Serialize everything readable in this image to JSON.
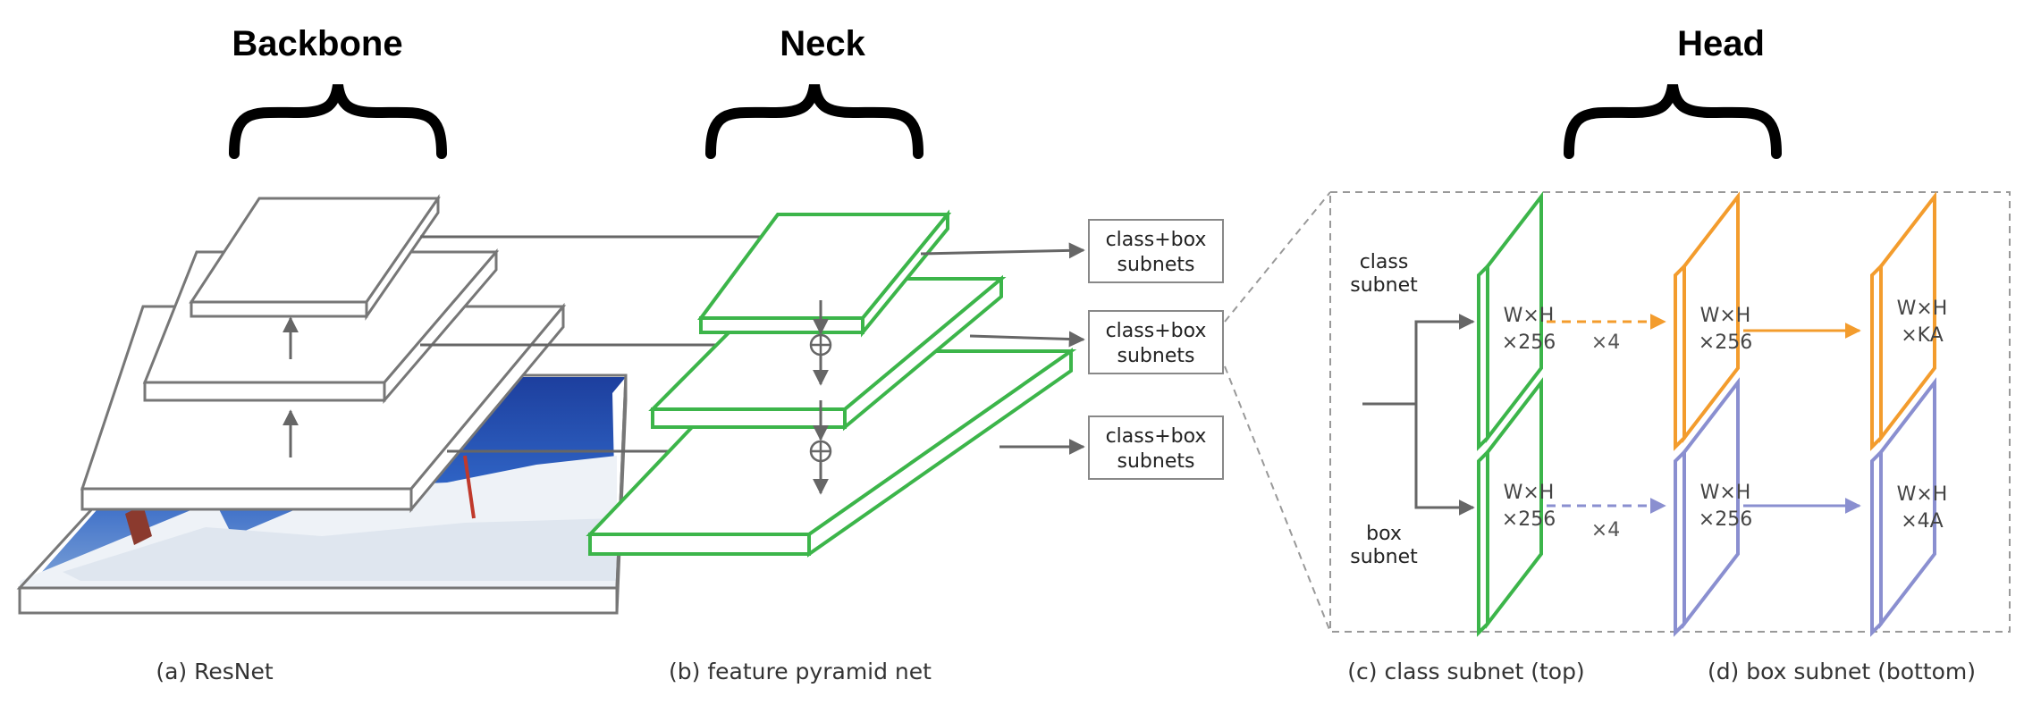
{
  "sections": {
    "backbone": "Backbone",
    "neck": "Neck",
    "head": "Head"
  },
  "captions": {
    "resnet": "(a) ResNet",
    "fpn": "(b) feature pyramid net",
    "class_subnet": "(c) class subnet (top)",
    "box_subnet": "(d) box subnet (bottom)"
  },
  "subnet_box": {
    "line1": "class+box",
    "line2": "subnets"
  },
  "head_labels": {
    "class_line1": "class",
    "class_line2": "subnet",
    "box_line1": "box",
    "box_line2": "subnet",
    "times4": "×4"
  },
  "tensors": {
    "wh": "W×H",
    "c256": "×256",
    "ka": "×KA",
    "a4": "×4A"
  },
  "colors": {
    "gray_layer": "#777777",
    "fpn_green": "#3cb54a",
    "class_orange": "#f39c2d",
    "box_purple": "#8a8fd0",
    "arrow_gray": "#666666"
  }
}
